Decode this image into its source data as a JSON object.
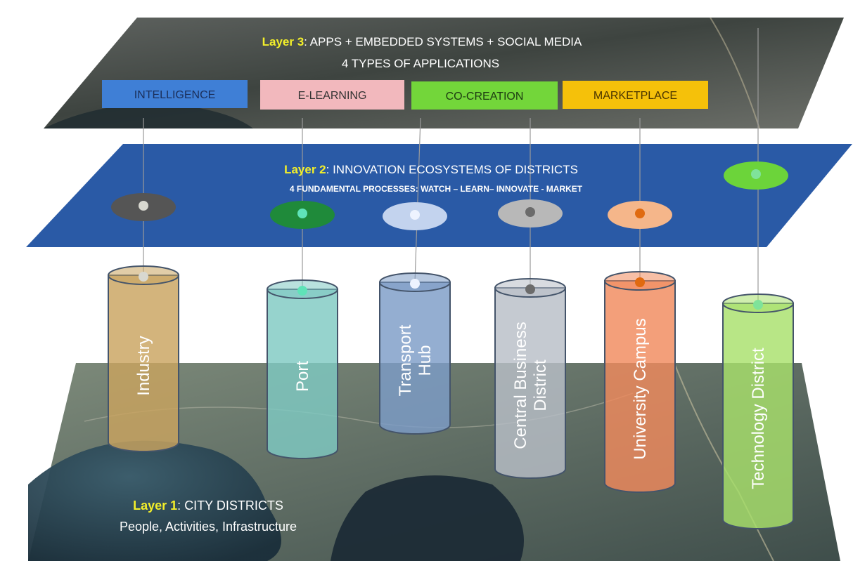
{
  "layer3": {
    "prefix": "Layer 3",
    "title": "APPS + EMBEDDED SYSTEMS + SOCIAL MEDIA",
    "subtitle": "4 TYPES OF APPLICATIONS",
    "apps": [
      {
        "label": "INTELLIGENCE",
        "color": "#3f7fd6",
        "text_color": "#1b2f5a"
      },
      {
        "label": "E-LEARNING",
        "color": "#f2b8bd",
        "text_color": "#333333"
      },
      {
        "label": "CO-CREATION",
        "color": "#73d63a",
        "text_color": "#1d3b12"
      },
      {
        "label": "MARKETPLACE",
        "color": "#f5c10a",
        "text_color": "#4a3500"
      }
    ]
  },
  "layer2": {
    "prefix": "Layer 2",
    "title": "INNOVATION ECOSYSTEMS OF DISTRICTS",
    "subtitle": "4 FUNDAMENTAL PROCESSES: WATCH – LEARN– INNOVATE - MARKET",
    "color": "#2a5aa6"
  },
  "layer1": {
    "prefix": "Layer 1",
    "title": "CITY DISTRICTS",
    "subtitle": "People, Activities, Infrastructure"
  },
  "districts": [
    {
      "label": "Industry",
      "color": "#c9a45f",
      "dot": "#d8d8d0",
      "disc": "#555555"
    },
    {
      "label": "Port",
      "color": "#7fc9c2",
      "dot": "#5fe3b8",
      "disc": "#1f8a3a"
    },
    {
      "label": "Transport Hub",
      "color": "#7d9cc7",
      "dot": "#eef3ff",
      "disc": "#c3d3ee"
    },
    {
      "label": "Central Business District",
      "color": "#b8bec7",
      "dot": "#6b6b6b",
      "disc": "#b8b8b8"
    },
    {
      "label": "University Campus",
      "color": "#f08a5d",
      "dot": "#e06a10",
      "disc": "#f5b68a"
    },
    {
      "label": "Technology District",
      "color": "#a8e06b",
      "dot": "#7fe39a",
      "disc": "#6cd43a"
    }
  ],
  "colors": {
    "label_yellow": "#f3ef2a",
    "white": "#ffffff"
  }
}
